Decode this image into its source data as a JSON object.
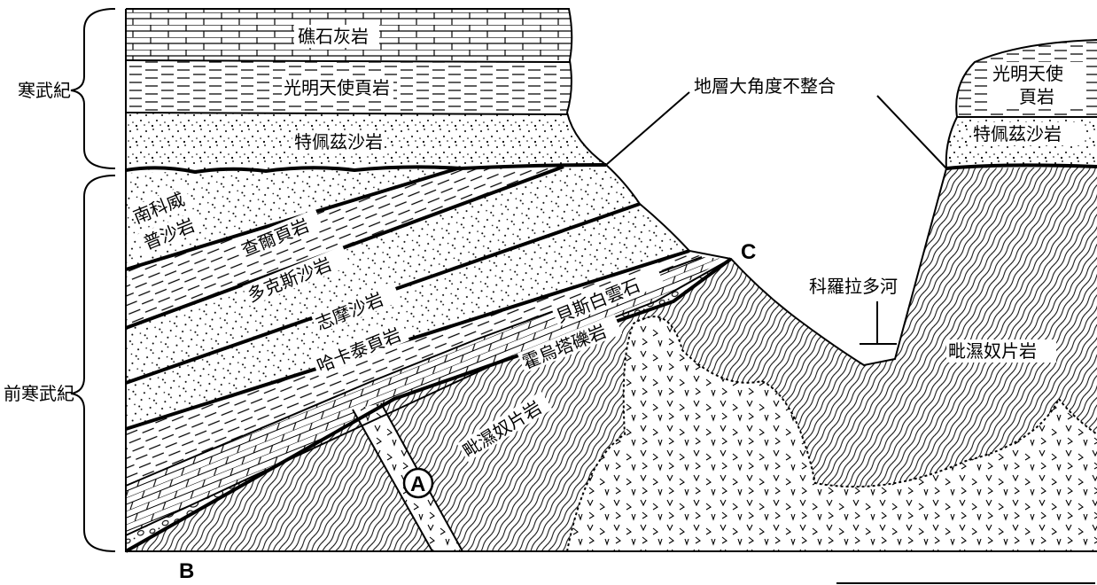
{
  "periods": {
    "cambrian": "寒武紀",
    "precambrian": "前寒武紀"
  },
  "layers": {
    "reef_limestone": "礁石灰岩",
    "bright_angel_shale_left": "光明天使頁岩",
    "tapeats_sandstone_left": "特佩茲沙岩",
    "nankoweap_1": "南科威",
    "nankoweap_2": "普沙岩",
    "chuar_shale": "查爾頁岩",
    "dox_sandstone": "多克斯沙岩",
    "shinumo_sandstone": "志摩沙岩",
    "hakatai_shale": "哈卡泰頁岩",
    "bass_dolomite": "貝斯白雲石",
    "hotauta_conglomerate": "霍烏塔礫岩",
    "vishnu_schist_center": "毗濕奴片岩",
    "vishnu_schist_right": "毗濕奴片岩",
    "bright_angel_right_1": "光明天使",
    "bright_angel_right_2": "頁岩",
    "tapeats_right": "特佩茲沙岩"
  },
  "annotations": {
    "unconformity": "地層大角度不整合",
    "river": "科羅拉多河",
    "point_a": "A",
    "point_b": "B",
    "point_c": "C"
  },
  "colors": {
    "ink": "#000000",
    "paper": "#ffffff"
  }
}
